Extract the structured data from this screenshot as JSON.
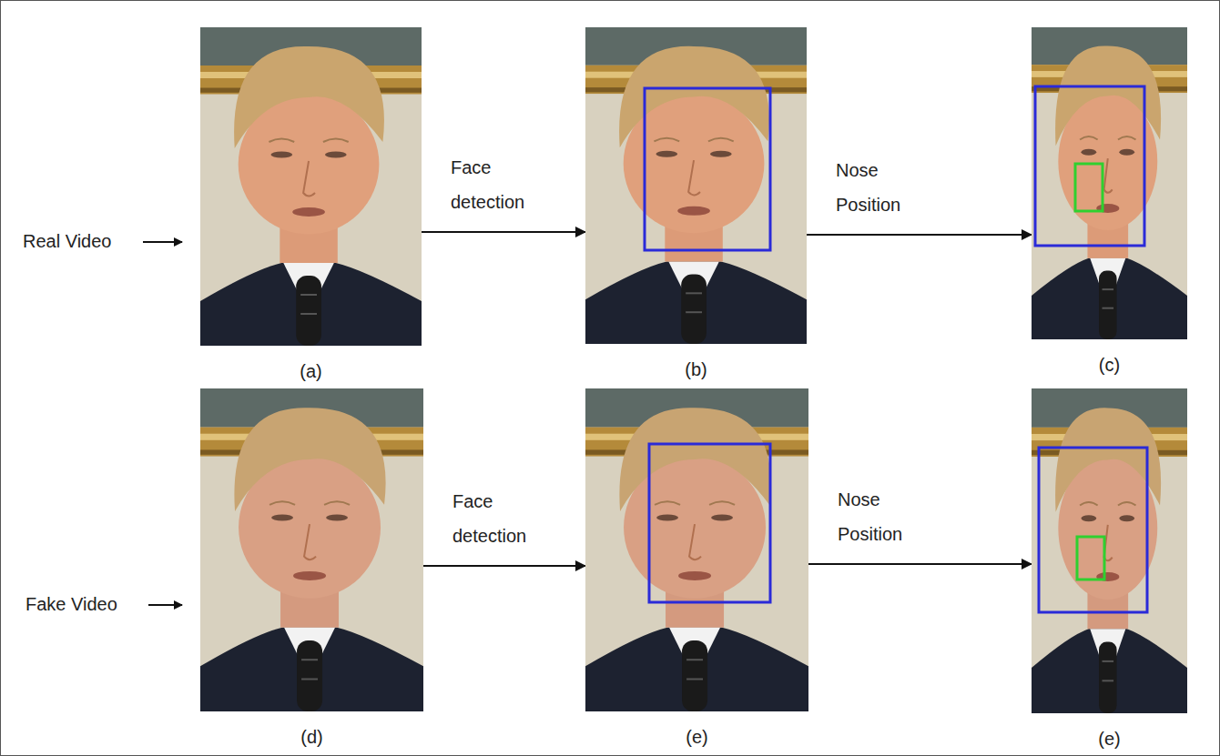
{
  "diagram": {
    "nodes": [
      {
        "text": [
          "(a)"
        ]
      },
      {
        "text": [
          "(b)"
        ]
      },
      {
        "text": [
          "(c)"
        ]
      },
      {
        "text": [
          "(d)"
        ]
      },
      {
        "text": [
          "(e)"
        ]
      },
      {
        "text": [
          "(e)"
        ]
      }
    ],
    "edges": [
      {
        "from": 0,
        "to": 1,
        "label": "Face detection",
        "arrow": "to"
      },
      {
        "from": 1,
        "to": 2,
        "label": "Nose Position",
        "arrow": "to"
      },
      {
        "from": 3,
        "to": 4,
        "label": "Face detection",
        "arrow": "to"
      },
      {
        "from": 4,
        "to": 5,
        "label": "Nose Position",
        "arrow": "to"
      }
    ],
    "labels": [
      "Real Video",
      "Fake Video"
    ]
  }
}
